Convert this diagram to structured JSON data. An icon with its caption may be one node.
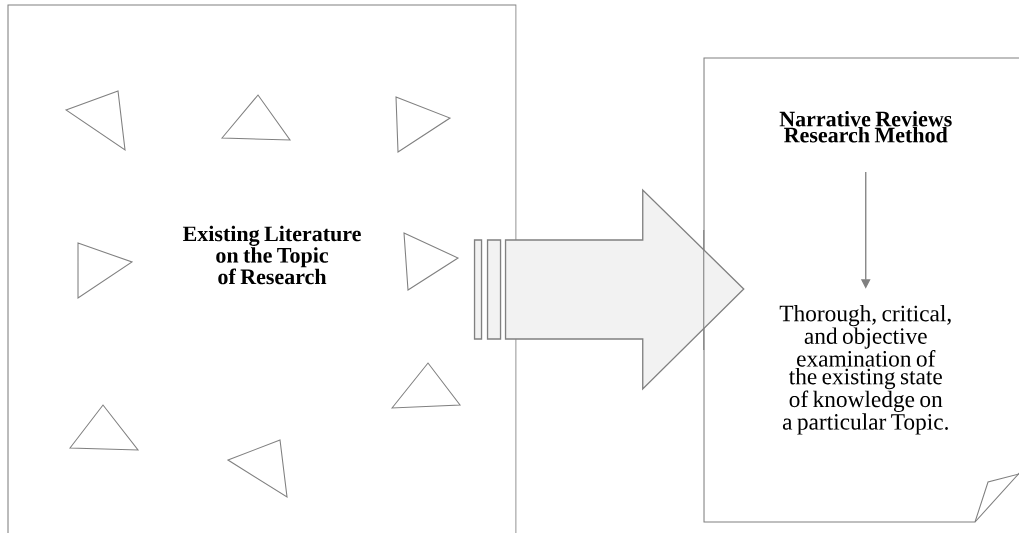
{
  "diagram": {
    "nodes": [
      {
        "text": [
          "Existing Literature on the Topic of Research"
        ]
      },
      {
        "text": [],
        "shape": "box"
      },
      {
        "text": [
          "Narrative Reviews Research Method"
        ],
        "in": 1
      },
      {
        "text": [
          "Thorough, critical, and objective examination of the existing state of knowledge on a particular Topic."
        ],
        "in": 1
      }
    ],
    "edges": [
      {
        "from": 0,
        "to": 1,
        "arrow": "to",
        "style": "thick"
      },
      {
        "from": 2,
        "to": 3,
        "arrow": "to"
      }
    ]
  }
}
